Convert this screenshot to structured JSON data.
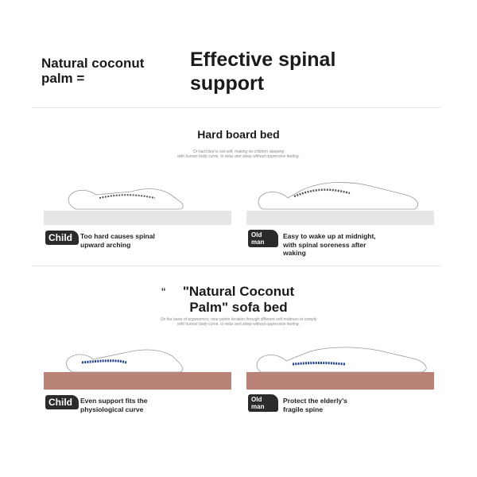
{
  "header": {
    "lead": "Natural coconut palm =",
    "headline": "Effective spinal support"
  },
  "section_hard": {
    "title": "Hard board bed",
    "note_line1": "Or hard bed is not soft, making no children sleeping",
    "note_line2": "with human body curve, to relax and sleep without oppressive feeling.",
    "left": {
      "tag": "Child",
      "caption_line1": "Too hard causes spinal",
      "caption_line2": "upward arching"
    },
    "right": {
      "tag_line1": "Old",
      "tag_line2": "man",
      "caption_line1": "Easy to wake up at midnight,",
      "caption_line2": "with spinal soreness after",
      "caption_line3": "waking"
    },
    "mattress_color": "#e6e6e6"
  },
  "section_palm": {
    "quote": "“",
    "title_line1": "\"Natural Coconut",
    "title_line2": "Palm\" sofa bed",
    "note_line1": "On the basis of ergonomics, nine points location through different soft mattress to comply",
    "note_line2": "with human body curve, to relax and sleep without oppressive feeling.",
    "left": {
      "tag": "Child",
      "caption_line1": "Even support fits the",
      "caption_line2": "physiological curve"
    },
    "right": {
      "tag_line1": "Old",
      "tag_line2": "man",
      "caption_line1": "Protect the elderly's",
      "caption_line2": "fragile spine"
    },
    "mattress_color": "#b98378",
    "spine_color": "#1f3f8f"
  }
}
